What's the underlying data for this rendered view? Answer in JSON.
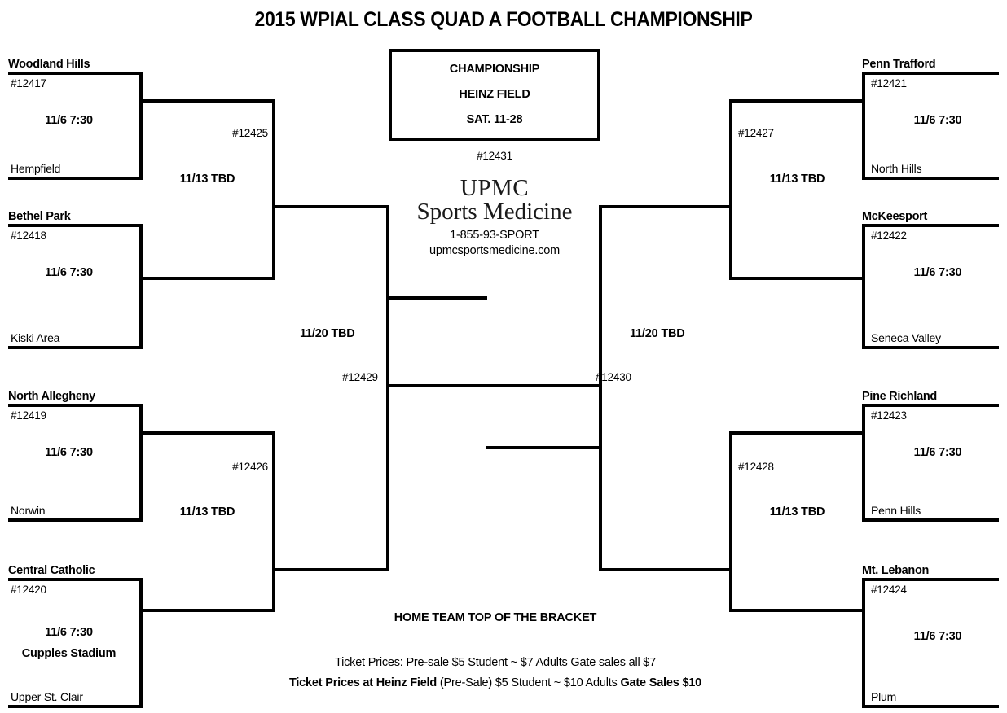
{
  "title": "2015 WPIAL CLASS QUAD A FOOTBALL CHAMPIONSHIP",
  "championship": {
    "line1": "CHAMPIONSHIP",
    "line2": "HEINZ FIELD",
    "line3": "SAT. 11-28",
    "game_number": "#12431"
  },
  "sponsor": {
    "name_line1": "UPMC",
    "name_line2": "Sports Medicine",
    "phone": "1-855-93-SPORT",
    "website": "upmcsportsmedicine.com"
  },
  "footer": {
    "home_team_note": "HOME TEAM TOP OF THE BRACKET",
    "ticket_prices_local": "Ticket Prices:  Pre-sale $5 Student ~ $7 Adults   Gate sales all $7",
    "ticket_prices_heinz_bold1": "Ticket Prices at Heinz Field",
    "ticket_prices_heinz_plain": "(Pre-Sale) $5 Student ~ $10 Adults",
    "ticket_prices_heinz_bold2": "Gate Sales  $10"
  },
  "teams": {
    "left": [
      {
        "name": "Woodland Hills",
        "game_number": "#12417",
        "datetime": "11/6  7:30",
        "venue": "",
        "opponent": "Hempfield"
      },
      {
        "name": "Bethel Park",
        "game_number": "#12418",
        "datetime": "11/6  7:30",
        "venue": "",
        "opponent": "Kiski Area"
      },
      {
        "name": "North Allegheny",
        "game_number": "#12419",
        "datetime": "11/6  7:30",
        "venue": "",
        "opponent": "Norwin"
      },
      {
        "name": "Central Catholic",
        "game_number": "#12420",
        "datetime": "11/6  7:30",
        "venue": "Cupples Stadium",
        "opponent": "Upper St. Clair"
      }
    ],
    "right": [
      {
        "name": "Penn Trafford",
        "game_number": "#12421",
        "datetime": "11/6  7:30",
        "venue": "",
        "opponent": "North Hills"
      },
      {
        "name": "McKeesport",
        "game_number": "#12422",
        "datetime": "11/6  7:30",
        "venue": "",
        "opponent": "Seneca Valley"
      },
      {
        "name": "Pine Richland",
        "game_number": "#12423",
        "datetime": "11/6  7:30",
        "venue": "",
        "opponent": "Penn Hills"
      },
      {
        "name": "Mt. Lebanon",
        "game_number": "#12424",
        "datetime": "11/6  7:30",
        "venue": "",
        "opponent": "Plum"
      }
    ]
  },
  "quarterfinals": [
    {
      "game_number": "#12425",
      "datetime": "11/13  TBD"
    },
    {
      "game_number": "#12426",
      "datetime": "11/13  TBD"
    },
    {
      "game_number": "#12427",
      "datetime": "11/13  TBD"
    },
    {
      "game_number": "#12428",
      "datetime": "11/13  TBD"
    }
  ],
  "semifinals": [
    {
      "game_number": "#12429",
      "datetime": "11/20  TBD"
    },
    {
      "game_number": "#12430",
      "datetime": "11/20  TBD"
    }
  ]
}
